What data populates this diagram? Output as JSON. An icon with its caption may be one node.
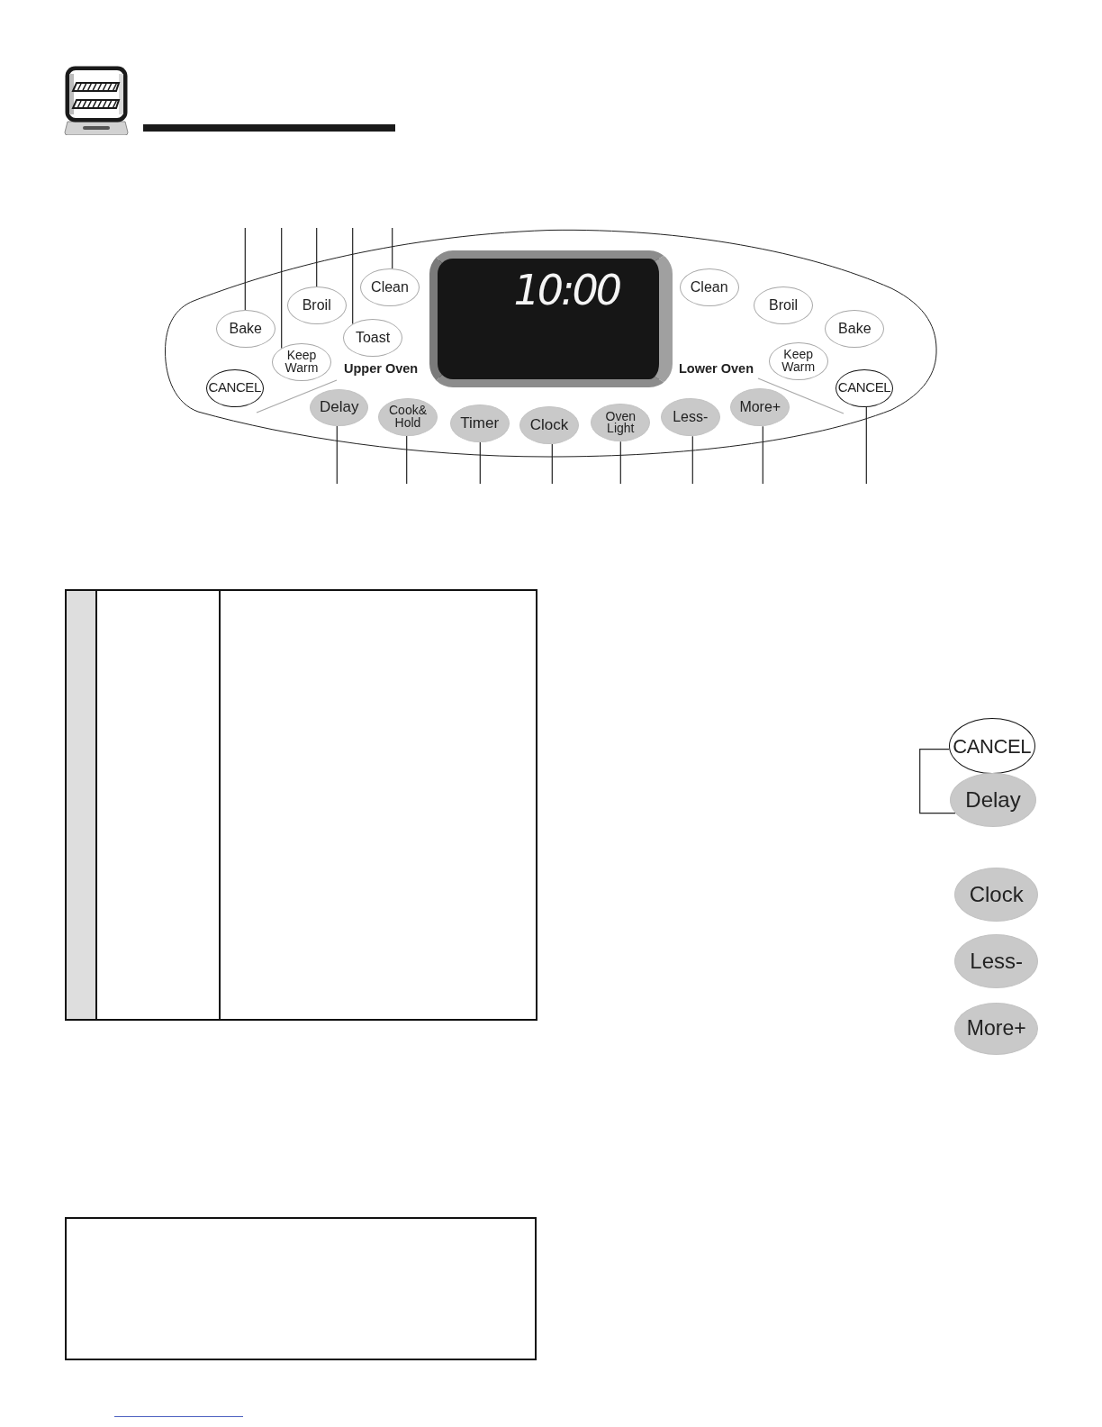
{
  "diagram": {
    "nodes": [
      {
        "text": [],
        "shape": "ellipse"
      },
      {
        "text": [
          "Bake"
        ],
        "in": 0
      },
      {
        "text": [
          "Keep Warm"
        ],
        "in": 0
      },
      {
        "text": [
          "Broil"
        ],
        "in": 0
      },
      {
        "text": [
          "Toast"
        ],
        "in": 0
      },
      {
        "text": [
          "Clean"
        ],
        "in": 0
      },
      {
        "text": [
          "CANCEL"
        ],
        "in": 0
      },
      {
        "text": [
          "10:00"
        ],
        "in": 0
      },
      {
        "text": [
          "Clean"
        ],
        "in": 0
      },
      {
        "text": [
          "Broil"
        ],
        "in": 0
      },
      {
        "text": [
          "Bake"
        ],
        "in": 0
      },
      {
        "text": [
          "Keep Warm"
        ],
        "in": 0
      },
      {
        "text": [
          "CANCEL"
        ],
        "in": 0
      },
      {
        "text": [
          "Delay"
        ],
        "in": 0
      },
      {
        "text": [
          "Cook& Hold"
        ],
        "in": 0
      },
      {
        "text": [
          "Timer"
        ],
        "in": 0
      },
      {
        "text": [
          "Clock"
        ],
        "in": 0
      },
      {
        "text": [
          "Oven Light"
        ],
        "in": 0
      },
      {
        "text": [
          "Less-"
        ],
        "in": 0
      },
      {
        "text": [
          "More+"
        ],
        "in": 0
      },
      {
        "text": [
          "CANCEL"
        ]
      },
      {
        "text": [
          "Delay"
        ]
      },
      {
        "text": [
          "Clock"
        ]
      },
      {
        "text": [
          "Less-"
        ]
      },
      {
        "text": [
          "More+"
        ]
      },
      {
        "text": [],
        "shape": "box"
      }
    ],
    "edges": [
      {
        "from": null,
        "to": 1,
        "arrow": "none"
      },
      {
        "from": null,
        "to": 2,
        "arrow": "none"
      },
      {
        "from": null,
        "to": 3,
        "arrow": "none"
      },
      {
        "from": null,
        "to": 4,
        "arrow": "none"
      },
      {
        "from": null,
        "to": 5,
        "arrow": "none"
      },
      {
        "from": null,
        "to": 13,
        "arrow": "none"
      },
      {
        "from": null,
        "to": 14,
        "arrow": "none"
      },
      {
        "from": null,
        "to": 15,
        "arrow": "none"
      },
      {
        "from": null,
        "to": 16,
        "arrow": "none"
      },
      {
        "from": null,
        "to": 17,
        "arrow": "none"
      },
      {
        "from": null,
        "to": 18,
        "arrow": "none"
      },
      {
        "from": null,
        "to": 19,
        "arrow": "none"
      },
      {
        "from": null,
        "to": 12,
        "arrow": "none"
      },
      {
        "from": 20,
        "to": 21,
        "arrow": "none"
      }
    ],
    "labels": [
      "Upper Oven",
      "Lower Oven"
    ]
  }
}
